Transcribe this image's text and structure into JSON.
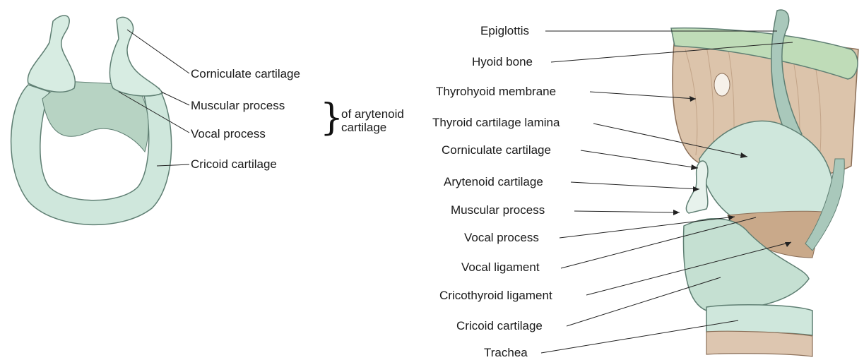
{
  "left_figure": {
    "labels": {
      "corniculate": "Corniculate cartilage",
      "muscular": "Muscular process",
      "vocal": "Vocal process",
      "cricoid": "Cricoid cartilage",
      "brace_text_line1": "of arytenoid",
      "brace_text_line2": "cartilage"
    }
  },
  "right_figure": {
    "labels": {
      "epiglottis": "Epiglottis",
      "hyoid": "Hyoid bone",
      "thyrohyoid": "Thyrohyoid membrane",
      "thyroid_lamina": "Thyroid cartilage lamina",
      "corniculate": "Corniculate cartilage",
      "arytenoid": "Arytenoid cartilage",
      "muscular": "Muscular process",
      "vocal_process": "Vocal process",
      "vocal_ligament": "Vocal ligament",
      "cricothyroid": "Cricothyroid ligament",
      "cricoid": "Cricoid cartilage",
      "trachea": "Trachea"
    }
  },
  "colors": {
    "cartilage": "#cfe7dc",
    "cartilage_shade": "#9cc4b0",
    "muscle": "#d9bfa6",
    "muscle_line": "#b8977a",
    "bone": "#bfdcb8",
    "outline": "#5f7f73"
  }
}
